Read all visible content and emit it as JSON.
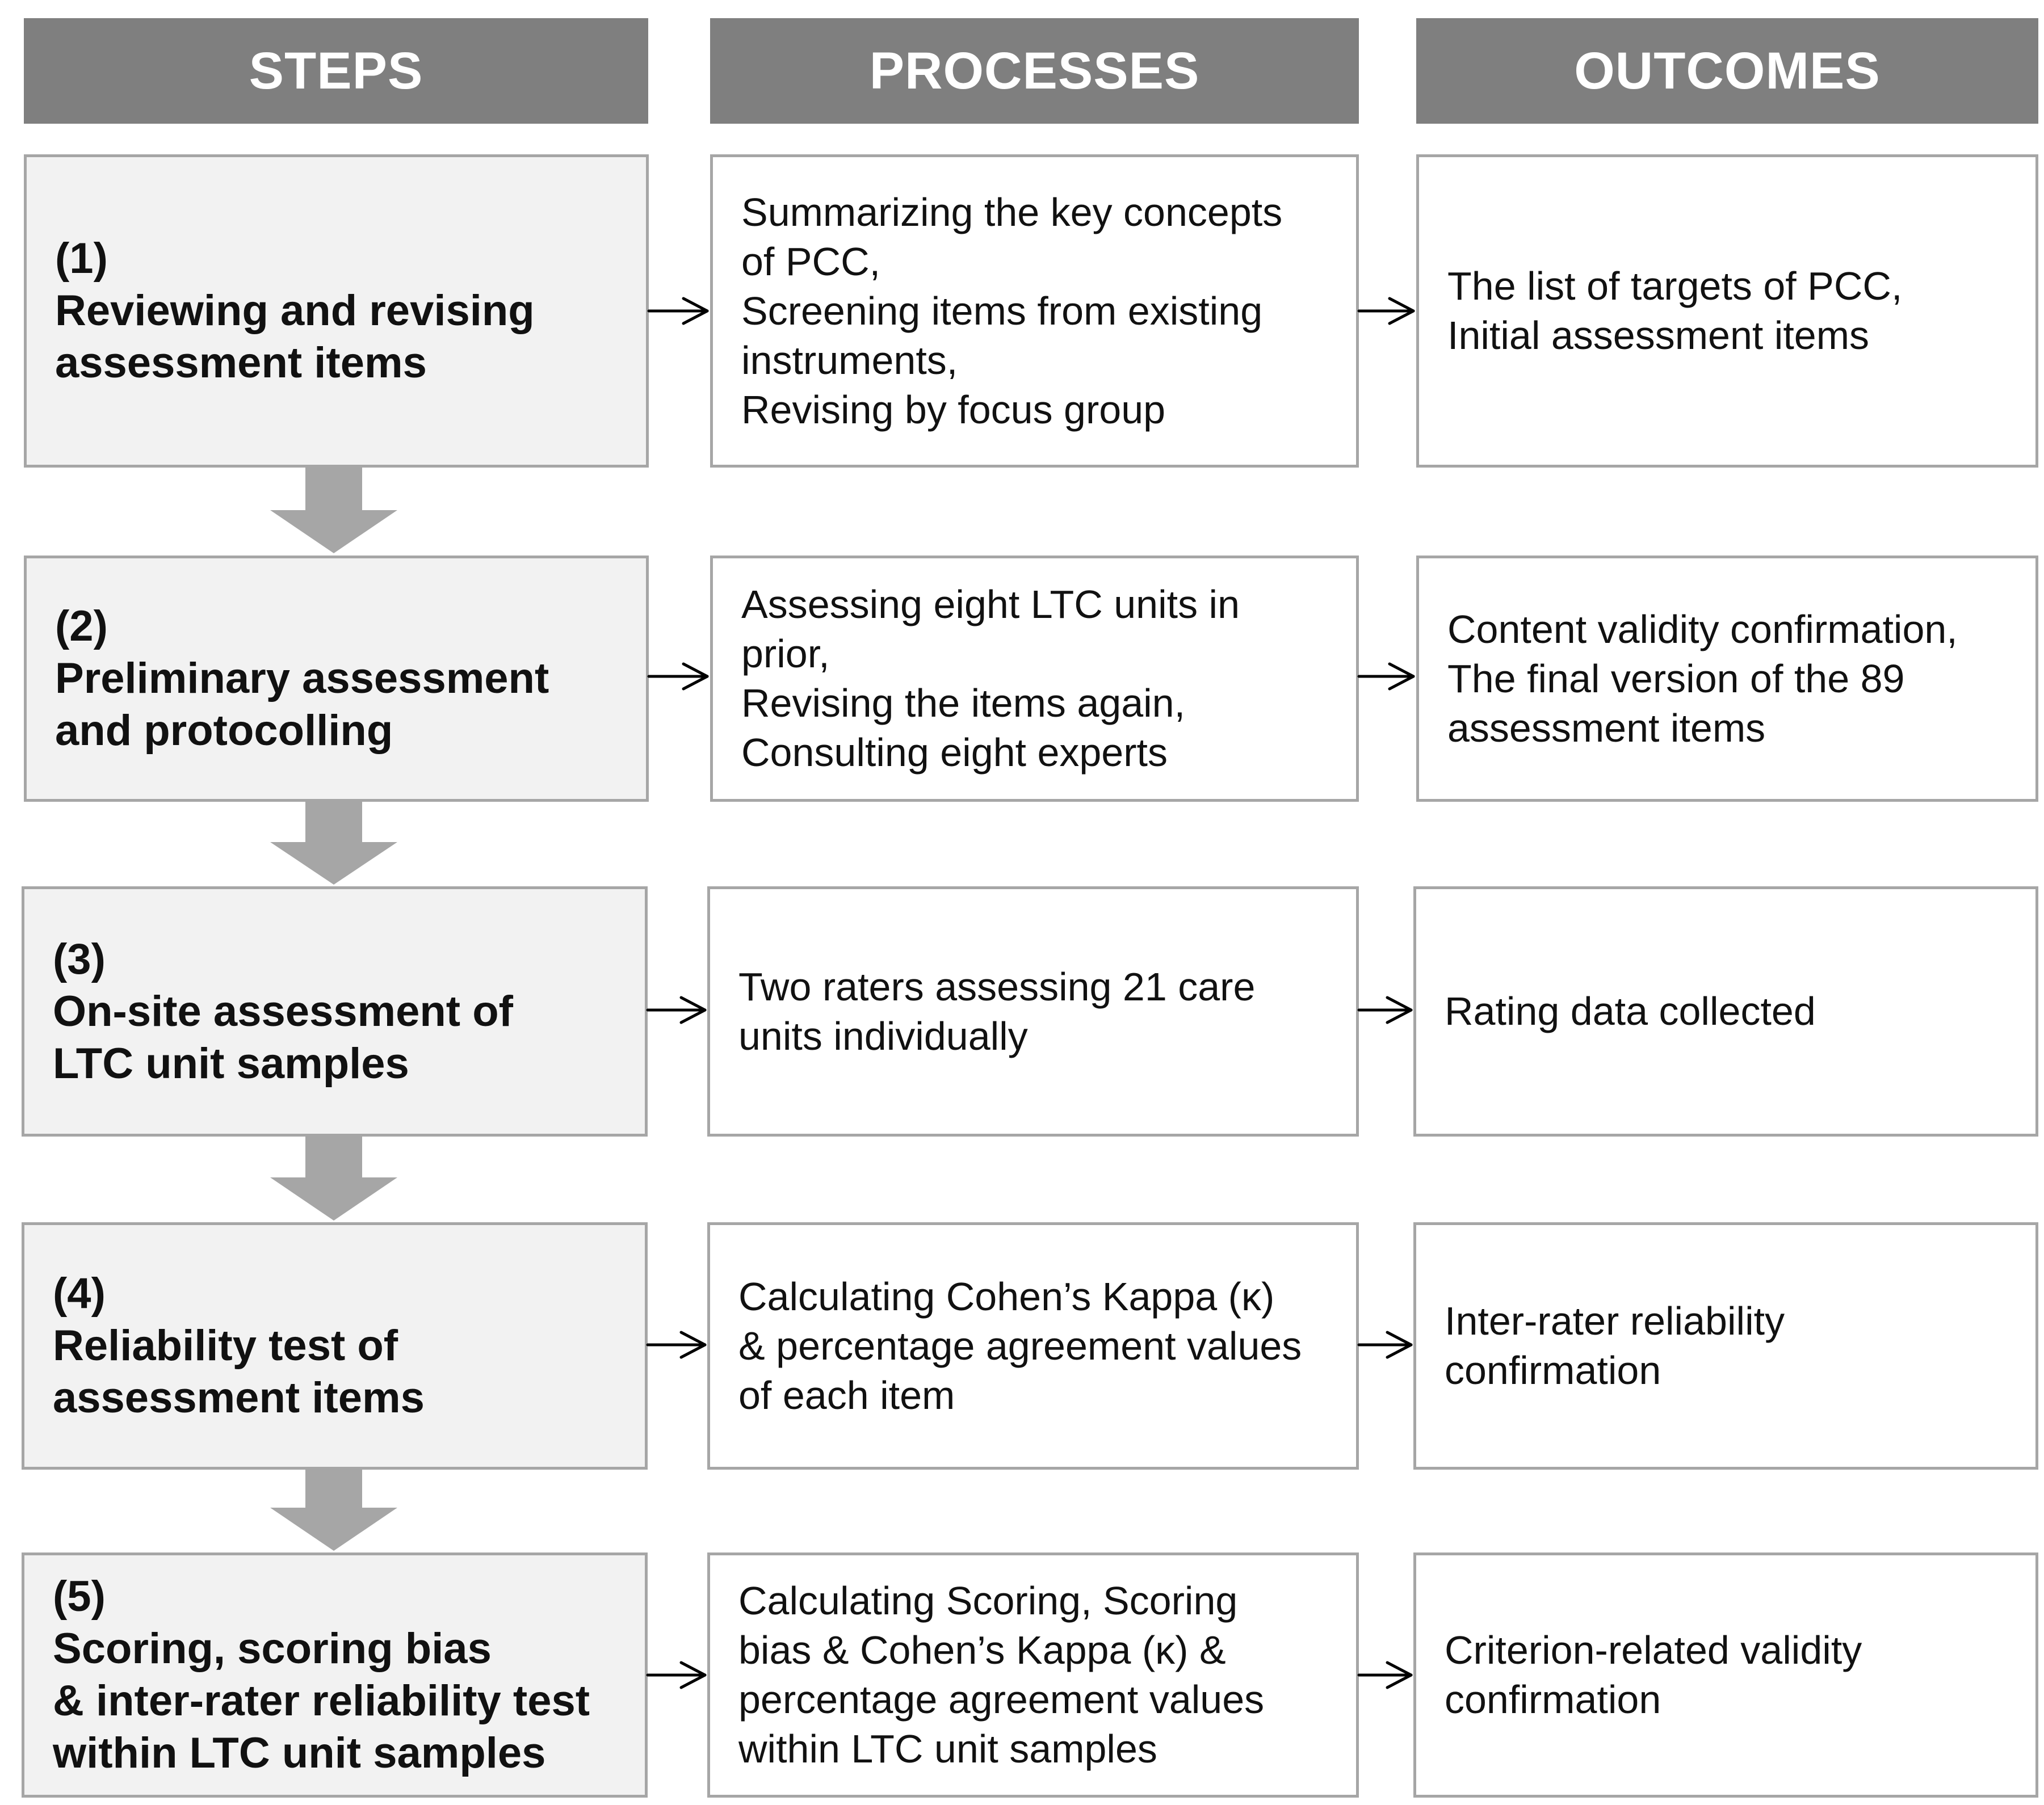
{
  "headers": {
    "steps": "STEPS",
    "processes": "PROCESSES",
    "outcomes": "OUTCOMES"
  },
  "rows": [
    {
      "step": [
        "(1)",
        "Reviewing and revising",
        "assessment items"
      ],
      "process": [
        "Summarizing the key concepts",
        "of PCC,",
        "Screening items from existing",
        "instruments,",
        "Revising by focus group"
      ],
      "outcome": [
        "The list of targets of PCC,",
        "Initial assessment items"
      ]
    },
    {
      "step": [
        "(2)",
        "Preliminary assessment",
        "and protocolling"
      ],
      "process": [
        "Assessing eight LTC units in",
        "prior,",
        "Revising the items again,",
        "Consulting eight experts"
      ],
      "outcome": [
        "Content validity confirmation,",
        "The final version of the 89",
        "assessment items"
      ]
    },
    {
      "step": [
        "(3)",
        "On-site assessment of",
        "LTC unit samples"
      ],
      "process": [
        "Two raters assessing 21 care",
        "units individually"
      ],
      "outcome": [
        "Rating data collected"
      ]
    },
    {
      "step": [
        "(4)",
        "Reliability test of",
        "assessment items"
      ],
      "process": [
        "Calculating Cohen’s Kappa (κ)",
        "& percentage agreement values",
        "of each item"
      ],
      "outcome": [
        "Inter-rater reliability",
        "confirmation"
      ]
    },
    {
      "step": [
        "(5)",
        "Scoring, scoring bias",
        "& inter-rater reliability test",
        "within LTC unit samples"
      ],
      "process": [
        "Calculating Scoring, Scoring",
        "bias & Cohen’s Kappa (κ) &",
        "percentage agreement values",
        "within LTC unit samples"
      ],
      "outcome": [
        "Criterion-related validity",
        "confirmation"
      ]
    }
  ],
  "colors": {
    "header_bg": "#7f7f7f",
    "step_bg": "#f2f2f2",
    "border": "#a6a6a6",
    "down_arrow": "#a6a6a6"
  }
}
